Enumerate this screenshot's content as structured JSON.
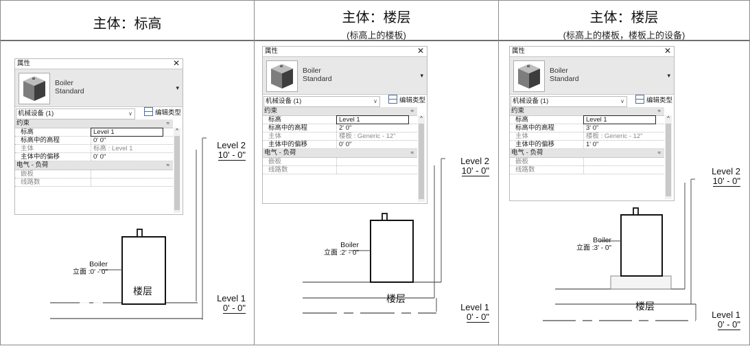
{
  "columns": [
    {
      "title": "主体：标高",
      "subtitle": "",
      "panel": {
        "title": "属性",
        "type_line1": "Boiler",
        "type_line2": "Standard",
        "filter": "机械设备 (1)",
        "edit_type": "编辑类型",
        "group1": "约束",
        "rows": [
          {
            "k": "标高",
            "v": "Level 1"
          },
          {
            "k": "标高中的高程",
            "v": "0'  0\""
          },
          {
            "k": "主体",
            "v": "标高 : Level 1"
          },
          {
            "k": "主体中的偏移",
            "v": "0'  0\""
          }
        ],
        "group2": "电气 - 负荷",
        "rows2": [
          {
            "k": "嵌板",
            "v": ""
          },
          {
            "k": "线路数",
            "v": ""
          }
        ]
      },
      "level_top": {
        "name": "Level 2",
        "elev": "10' - 0\""
      },
      "level_bottom": {
        "name": "Level 1",
        "elev": "0' - 0\""
      },
      "boiler_label": {
        "name": "Boiler",
        "elev": "立面 :0' - 0\""
      },
      "floor_label": "楼层"
    },
    {
      "title": "主体：楼层",
      "subtitle": "(标高上的楼板)",
      "panel": {
        "title": "属性",
        "type_line1": "Boiler",
        "type_line2": "Standard",
        "filter": "机械设备 (1)",
        "edit_type": "编辑类型",
        "group1": "约束",
        "rows": [
          {
            "k": "标高",
            "v": "Level 1"
          },
          {
            "k": "标高中的高程",
            "v": "2'  0\""
          },
          {
            "k": "主体",
            "v": "楼板 : Generic - 12\""
          },
          {
            "k": "主体中的偏移",
            "v": "0'  0\""
          }
        ],
        "group2": "电气 - 负荷",
        "rows2": [
          {
            "k": "嵌板",
            "v": ""
          },
          {
            "k": "线路数",
            "v": ""
          }
        ]
      },
      "level_top": {
        "name": "Level 2",
        "elev": "10' - 0\""
      },
      "level_bottom": {
        "name": "Level 1",
        "elev": "0' - 0\""
      },
      "boiler_label": {
        "name": "Boiler",
        "elev": "立面 :2' - 0\""
      },
      "floor_label": "楼层"
    },
    {
      "title": "主体：楼层",
      "subtitle": "(标高上的楼板，楼板上的设备)",
      "panel": {
        "title": "属性",
        "type_line1": "Boiler",
        "type_line2": "Standard",
        "filter": "机械设备 (1)",
        "edit_type": "编辑类型",
        "group1": "约束",
        "rows": [
          {
            "k": "标高",
            "v": "Level 1"
          },
          {
            "k": "标高中的高程",
            "v": "3'  0\""
          },
          {
            "k": "主体",
            "v": "楼板 : Generic - 12\""
          },
          {
            "k": "主体中的偏移",
            "v": "1'  0\""
          }
        ],
        "group2": "电气 - 负荷",
        "rows2": [
          {
            "k": "嵌板",
            "v": ""
          },
          {
            "k": "线路数",
            "v": ""
          }
        ]
      },
      "level_top": {
        "name": "Level 2",
        "elev": "10' - 0\""
      },
      "level_bottom": {
        "name": "Level 1",
        "elev": "0' - 0\""
      },
      "boiler_label": {
        "name": "Boiler",
        "elev": "立面 :3' - 0\""
      },
      "floor_label": "楼层"
    }
  ]
}
